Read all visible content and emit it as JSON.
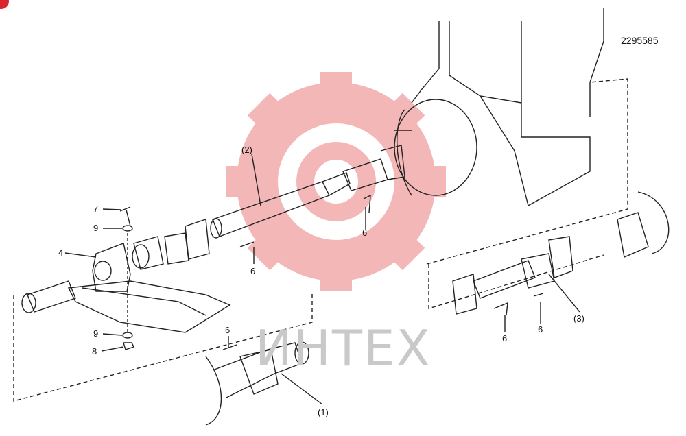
{
  "diagram": {
    "part_number": "2295585",
    "watermark_text": "ИНТЕХ",
    "colors": {
      "line": "#222222",
      "watermark_gear": "#f3b7b7",
      "watermark_text": "#c9c9c9",
      "badge": "#d9262d"
    },
    "callouts": {
      "c1": "(1)",
      "c2": "(2)",
      "c3": "(3)",
      "n4": "4",
      "n7": "7",
      "n8": "8",
      "n9a": "9",
      "n9b": "9",
      "n6a": "6",
      "n6b": "6",
      "n6c": "6",
      "n6d": "6",
      "n6e": "6"
    }
  }
}
